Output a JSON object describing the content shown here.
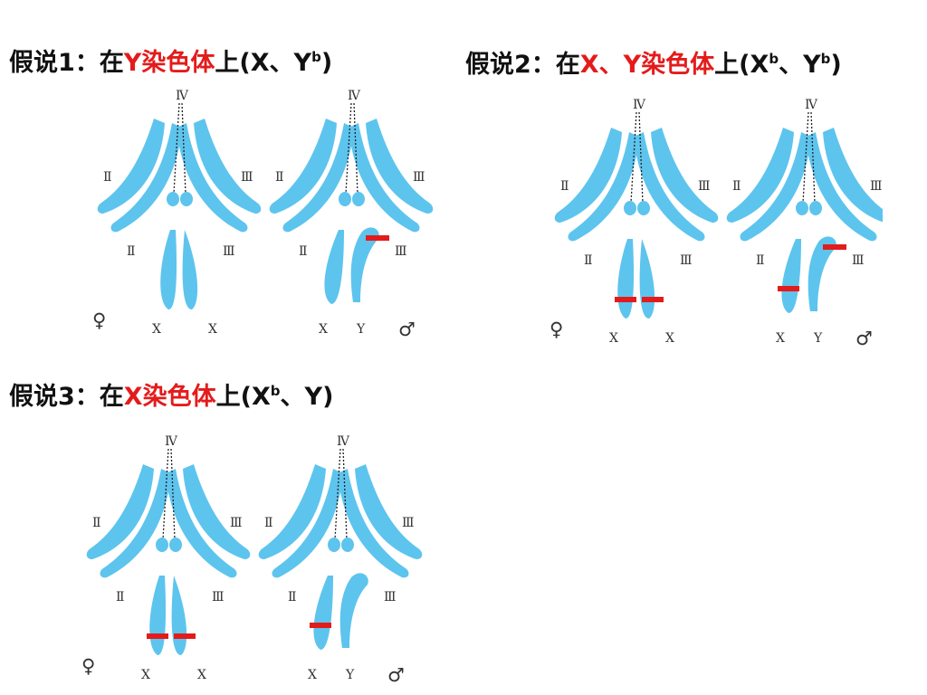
{
  "colors": {
    "chromosome": "#5dc4ee",
    "marker": "#e41b1b",
    "highlight_text": "#e41b1b",
    "label_text": "#333333"
  },
  "roman_labels": {
    "II": "Ⅱ",
    "III": "Ⅲ",
    "IV": "Ⅳ"
  },
  "sex_chromosome_labels": {
    "X": "X",
    "Y": "Y"
  },
  "sex_symbols": {
    "female": "♀",
    "male": "♂"
  },
  "hypotheses": [
    {
      "title": {
        "prefix": "假说1：在",
        "highlight": "Y染色体",
        "suffix": "上(X、Y",
        "sup": "b",
        "end": ")"
      },
      "female_markers": [],
      "male_markers": [
        "Y"
      ]
    },
    {
      "title": {
        "prefix": "假说2：在",
        "highlight": "X、Y染色体",
        "suffix": "上(X",
        "sup": "b",
        "mid": "、Y",
        "sup2": "b",
        "end": ")"
      },
      "female_markers": [
        "X1",
        "X2"
      ],
      "male_markers": [
        "X",
        "Y"
      ]
    },
    {
      "title": {
        "prefix": "假说3：在",
        "highlight": "X染色体",
        "suffix": "上(X",
        "sup": "b",
        "mid": "、Y",
        "end": ")"
      },
      "female_markers": [
        "X1",
        "X2"
      ],
      "male_markers": [
        "X"
      ]
    }
  ]
}
